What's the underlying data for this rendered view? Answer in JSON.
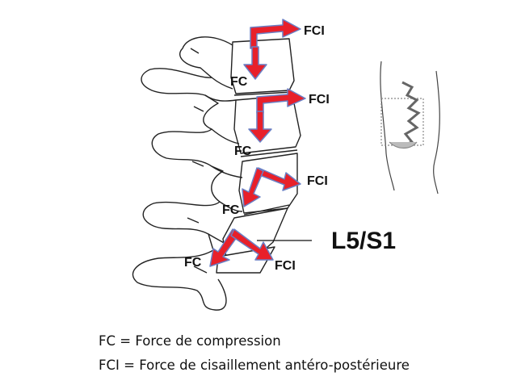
{
  "labels": {
    "fci_1": "FCI",
    "fc_1": "FC",
    "fci_2": "FCI",
    "fc_2": "FC",
    "fci_3": "FCI",
    "fc_3": "FC",
    "fc_4": "FC",
    "fci_4": "FCI",
    "segment": "L5/S1"
  },
  "legend": {
    "fc": "FC  = Force de compression",
    "fci": "FCI = Force de cisaillement antéro-postérieure"
  },
  "colors": {
    "arrow_fill": "#e8202a",
    "arrow_outline": "#6a7fc4",
    "bone_line": "#222222"
  }
}
